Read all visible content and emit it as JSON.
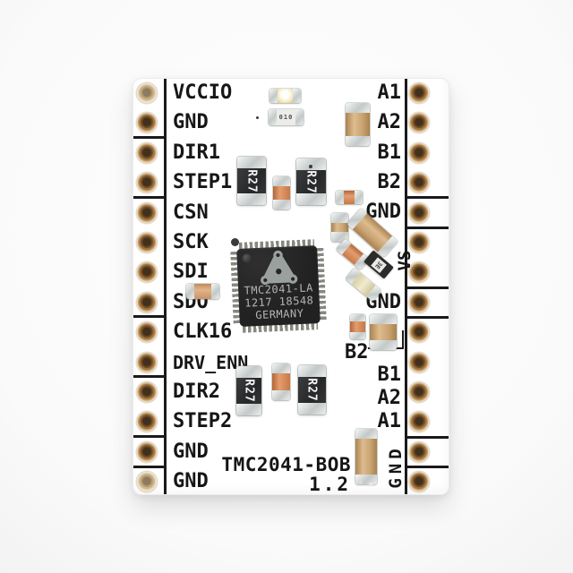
{
  "board": {
    "title": "TMC2041-BOB",
    "version": "1.2",
    "left_pins": [
      "VCCIO",
      "GND",
      "DIR1",
      "STEP1",
      "CSN",
      "SCK",
      "SDI",
      "SDO",
      "CLK16",
      "DRV_ENN",
      "DIR2",
      "STEP2",
      "GND",
      "GND"
    ],
    "right_pins": [
      "A1",
      "A2",
      "B1",
      "B2",
      "GND",
      "VS",
      "VS",
      "GND",
      "B2",
      "B1",
      "A2",
      "A1",
      "GND",
      "GND"
    ]
  },
  "chip": {
    "logo": "trinamic-triangle-logo",
    "line1": "TMC2041-LA",
    "line2": "1217 18548",
    "line3": "GERMANY"
  },
  "components": {
    "sense_resistor_marking": "R27",
    "top_resistor_marking": "010",
    "cluster_ic_marking": "3E"
  },
  "colors": {
    "board_white": "#ffffff",
    "silkscreen_black": "#1a1a1a",
    "pad_copper": "#9c713d",
    "pad_hole_dark": "#42301b",
    "capacitor_tan": "#c9a372",
    "capacitor_orange": "#cc7c4c",
    "resistor_body_black": "#2b2d2f",
    "metal_terminal": "#d6dad9",
    "led_yellow": "#ead898",
    "chip_body_black": "#242424",
    "chip_marking_gray": "#b2b6b2"
  }
}
